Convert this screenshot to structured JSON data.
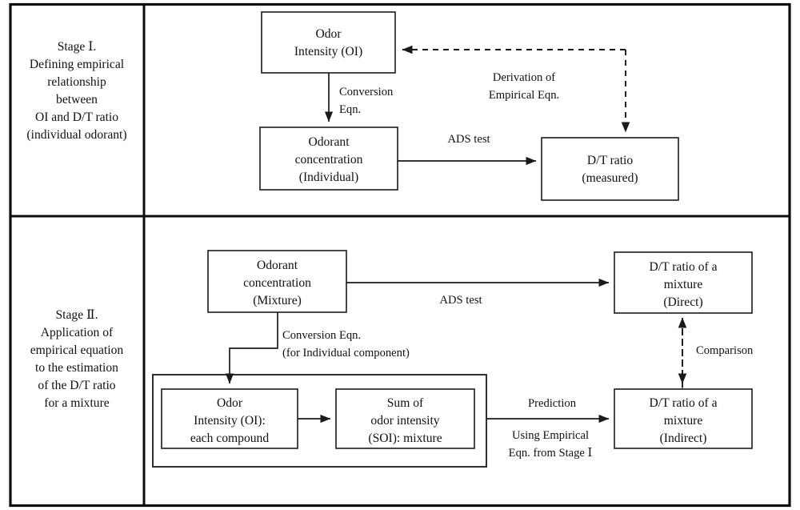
{
  "figure": {
    "type": "flowchart",
    "stages": [
      {
        "id": "stage-1",
        "label_lines": [
          "Stage Ⅰ.",
          "Defining empirical",
          "relationship",
          "between",
          "OI and D/T ratio",
          "(individual odorant)"
        ]
      },
      {
        "id": "stage-2",
        "label_lines": [
          "Stage Ⅱ.",
          "Application of",
          "empirical equation",
          "to the estimation",
          "of the D/T ratio",
          "for a  mixture"
        ]
      }
    ],
    "nodes": {
      "odor_intensity_oi": [
        "Odor",
        "Intensity (OI)"
      ],
      "odorant_concentration_individual": [
        "Odorant",
        "concentration",
        "(Individual)"
      ],
      "dt_ratio_measured": [
        "D/T ratio",
        "(measured)"
      ],
      "odorant_concentration_mixture": [
        "Odorant",
        "concentration",
        "(Mixture)"
      ],
      "dt_ratio_mixture_direct": [
        "D/T ratio of a",
        "mixture",
        "(Direct)"
      ],
      "odor_intensity_each_compound": [
        "Odor",
        "Intensity (OI):",
        "each compound"
      ],
      "sum_of_odor_intensity": [
        "Sum of",
        "odor intensity",
        "(SOI): mixture"
      ],
      "dt_ratio_mixture_indirect": [
        "D/T ratio of a",
        "mixture",
        "(Indirect)"
      ]
    },
    "edge_labels": {
      "conversion_eqn": [
        "Conversion",
        "Eqn."
      ],
      "derivation_empirical_eqn": [
        "Derivation of",
        "Empirical Eqn."
      ],
      "ads_test_stage1": [
        "ADS test"
      ],
      "ads_test_stage2": [
        "ADS test"
      ],
      "conversion_eqn_mixture": [
        "Conversion Eqn.",
        "(for Individual component)"
      ],
      "prediction": [
        "Prediction"
      ],
      "using_empirical_eqn": [
        "Using Empirical",
        "Eqn. from Stage Ⅰ"
      ],
      "comparison": [
        "Comparison"
      ]
    },
    "colors": {
      "ink": "#111111",
      "box_stroke": "#1a1a1a",
      "frame_stroke": "#0d0d0d",
      "background": "#ffffff"
    }
  }
}
